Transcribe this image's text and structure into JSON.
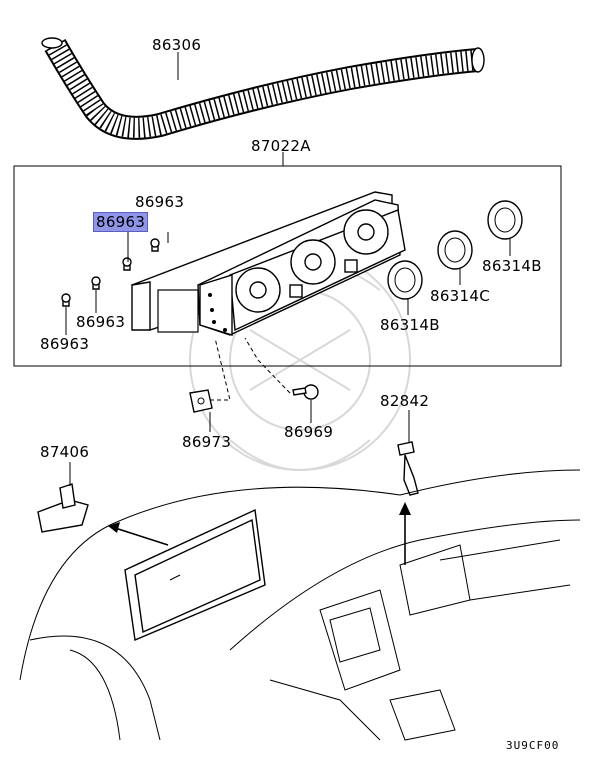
{
  "callouts": [
    {
      "id": "hose",
      "part": "86306"
    },
    {
      "id": "control-assembly",
      "part": "87022A"
    },
    {
      "id": "screw-top",
      "part": "86963"
    },
    {
      "id": "screw-highlighted",
      "part": "86963",
      "highlighted": true
    },
    {
      "id": "screw-mid",
      "part": "86963"
    },
    {
      "id": "screw-left",
      "part": "86963"
    },
    {
      "id": "knob-right",
      "part": "86314B"
    },
    {
      "id": "knob-middle",
      "part": "86314C"
    },
    {
      "id": "knob-left",
      "part": "86314B"
    },
    {
      "id": "clip",
      "part": "86973"
    },
    {
      "id": "screw-bottom",
      "part": "86969"
    },
    {
      "id": "sensor",
      "part": "82842"
    },
    {
      "id": "bracket",
      "part": "87406"
    }
  ],
  "diagram_code": "3U9CF00",
  "colors": {
    "highlight": "#8f95e8",
    "line": "#000000",
    "watermark": "#d8d8d8"
  }
}
